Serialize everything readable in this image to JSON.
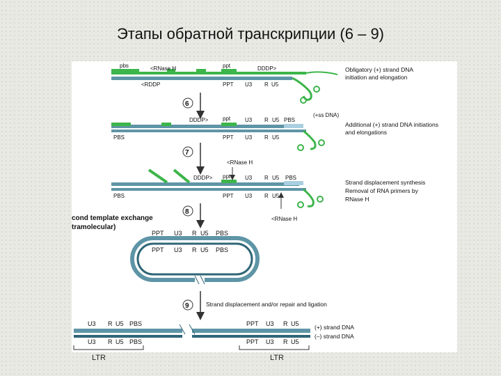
{
  "title": "Этапы обратной транскрипции (6 – 9)",
  "colors": {
    "green": "#3cb54a",
    "teal": "#5e95a6",
    "dark": "#2f6677",
    "light": "#a9cfe0"
  },
  "steps": [
    "6",
    "7",
    "8",
    "9"
  ],
  "row1": {
    "top_labels": [
      "pbs",
      "<RNase H",
      "ppt",
      "DDDP>"
    ],
    "bottom_labels": [
      "<RDDP",
      "PPT",
      "U3",
      "R",
      "U5"
    ],
    "description": [
      "Obligatory (+) strand DNA",
      "initiation and elongation"
    ]
  },
  "row2": {
    "top_labels": [
      "DDDP>",
      "ppt",
      "U3",
      "R",
      "U5",
      "PBS",
      "(+ss DNA)"
    ],
    "bottom_labels": [
      "PBS",
      "PPT",
      "U3",
      "R",
      "U5"
    ],
    "description": [
      "Additional (+) strand DNA initiations",
      "and elongations"
    ]
  },
  "row3": {
    "top_labels": [
      "<RNase H",
      "DDDP>",
      "ppt",
      "U3",
      "R",
      "U5",
      "PBS"
    ],
    "bottom_labels": [
      "PBS",
      "PPT",
      "U3",
      "R",
      "U5"
    ],
    "rnase_bottom": "<RNase H",
    "description": [
      "Strand displacement synthesis",
      "Removal of RNA primers by",
      "RNase H"
    ]
  },
  "step8": {
    "heading": [
      "cond template exchange",
      "tramolecular)"
    ],
    "outer_labels": [
      "PPT",
      "U3",
      "R",
      "U5",
      "PBS"
    ],
    "inner_labels": [
      "PPT",
      "U3",
      "R",
      "U5",
      "PBS"
    ]
  },
  "step9": {
    "text": "Strand displacement and/or repair and ligation",
    "top_left": [
      "U3",
      "R",
      "U5",
      "PBS"
    ],
    "top_right": [
      "PPT",
      "U3",
      "R",
      "U5"
    ],
    "bottom_left": [
      "U3",
      "R",
      "U5",
      "PBS"
    ],
    "bottom_right": [
      "PPT",
      "U3",
      "R",
      "U5"
    ],
    "plus_strand": "(+) strand DNA",
    "minus_strand": "(–) strand DNA"
  },
  "ltr_labels": [
    "LTR",
    "LTR"
  ]
}
